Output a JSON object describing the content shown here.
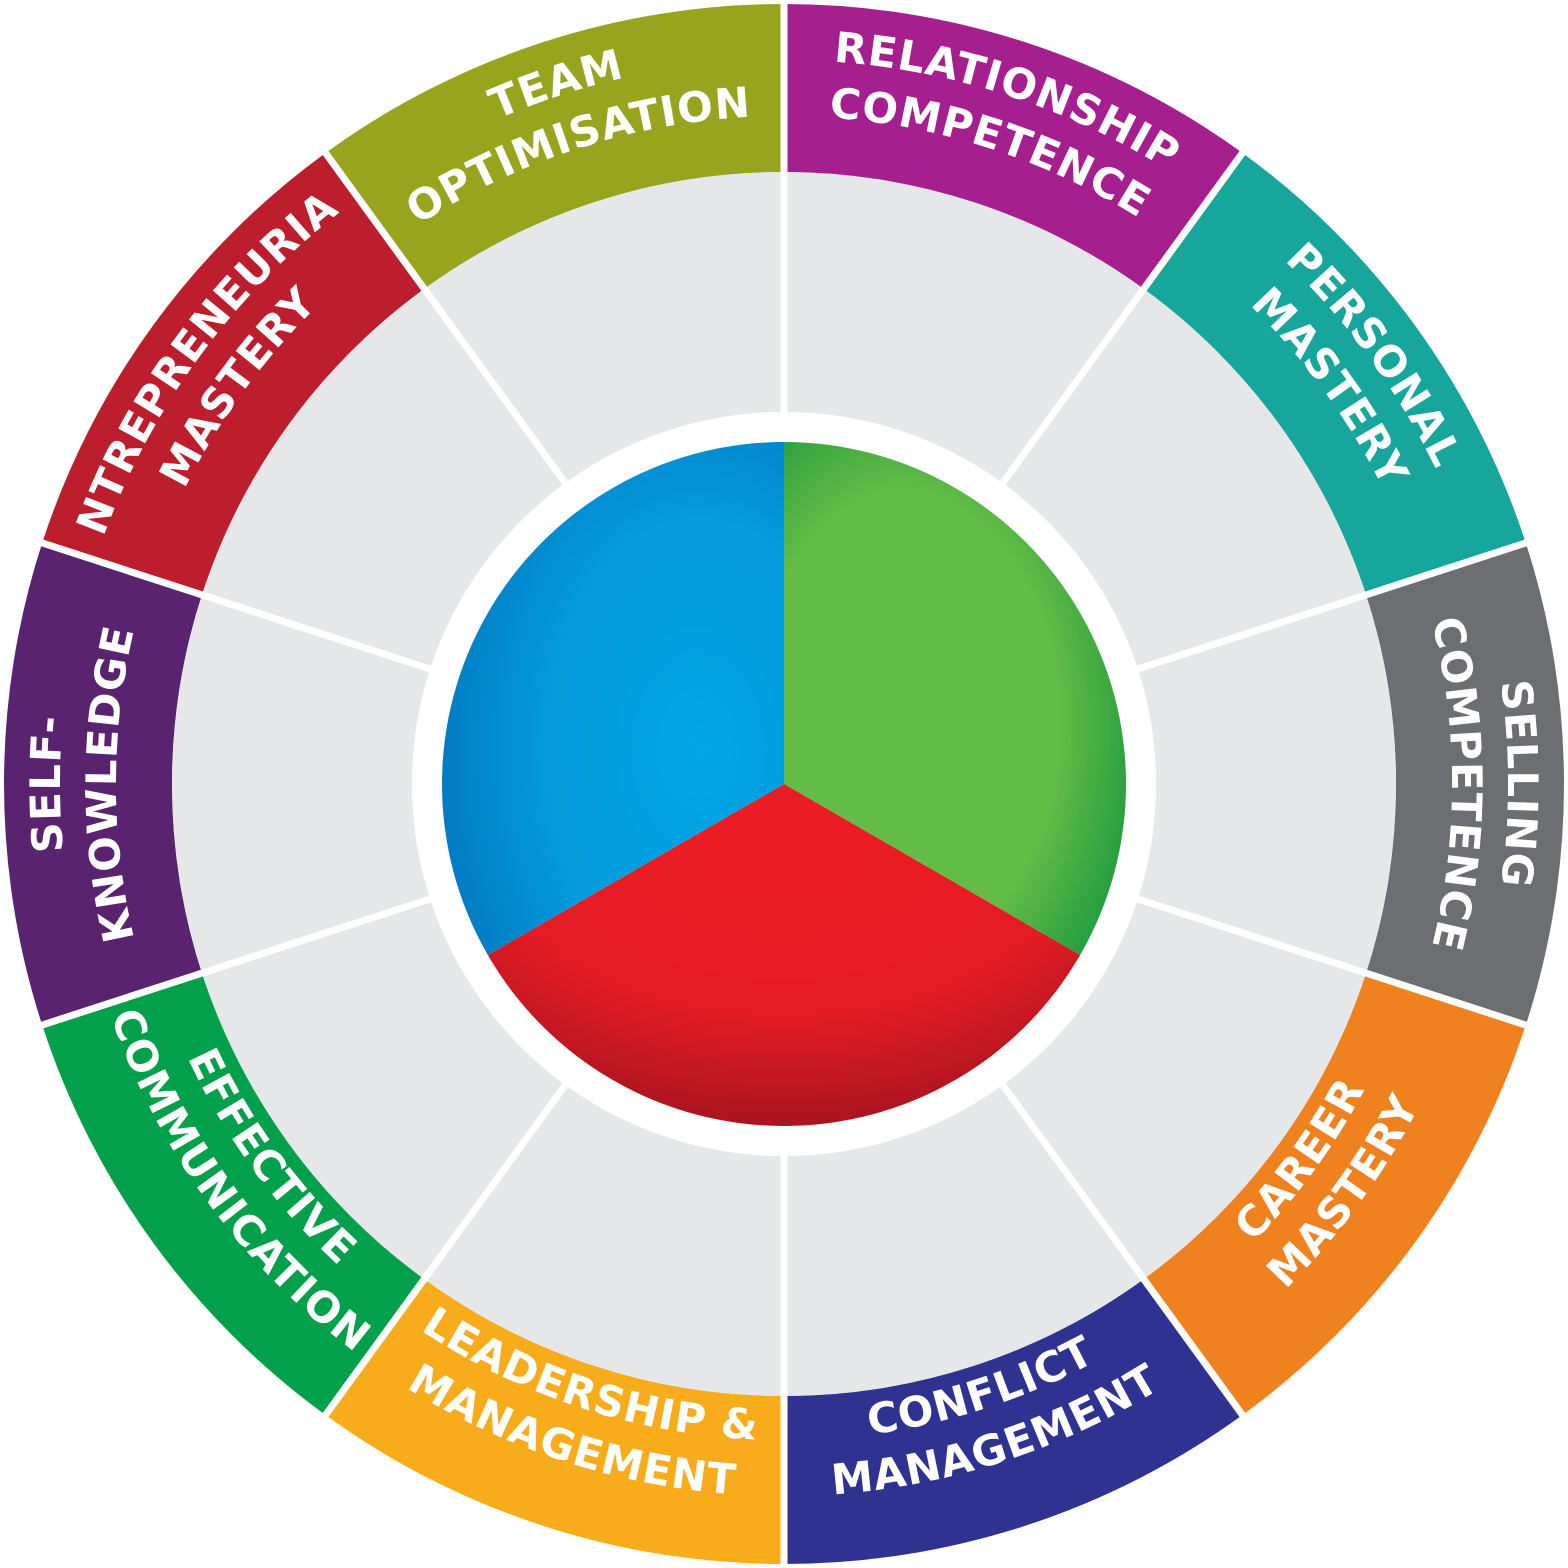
{
  "segments": [
    {
      "id": "relationship-competence",
      "lines": [
        "RELATIONSHIP",
        "COMPETENCE"
      ],
      "color": "#A61F8E"
    },
    {
      "id": "personal-mastery",
      "lines": [
        "PERSONAL",
        "MASTERY"
      ],
      "color": "#17A69C"
    },
    {
      "id": "selling-competence",
      "lines": [
        "SELLING",
        "COMPETENCE"
      ],
      "color": "#6D6E71"
    },
    {
      "id": "career-mastery",
      "lines": [
        "CAREER",
        "MASTERY"
      ],
      "color": "#F0811F"
    },
    {
      "id": "conflict-management",
      "lines": [
        "CONFLICT",
        "MANAGEMENT"
      ],
      "color": "#2F3290"
    },
    {
      "id": "leadership-management",
      "lines": [
        "LEADERSHIP &",
        "MANAGEMENT"
      ],
      "color": "#F9AC1B"
    },
    {
      "id": "effective-communication",
      "lines": [
        "EFFECTIVE",
        "COMMUNICATION"
      ],
      "color": "#03A04C"
    },
    {
      "id": "self-knowledge",
      "lines": [
        "SELF-",
        "KNOWLEDGE"
      ],
      "color": "#5A2370"
    },
    {
      "id": "entrepreneurial-mastery",
      "lines": [
        "ENTREPRENEURIAL",
        "MASTERY"
      ],
      "color": "#BC1E2D"
    },
    {
      "id": "team-optimisation",
      "lines": [
        "TEAM",
        "OPTIMISATION"
      ],
      "color": "#98A41E"
    }
  ],
  "core": [
    {
      "id": "green",
      "color_light": "#63BC46",
      "color_dark": "#16963E"
    },
    {
      "id": "red",
      "color_light": "#ED1C24",
      "color_dark": "#A0131F"
    },
    {
      "id": "blue",
      "color_light": "#00A6E6",
      "color_dark": "#0072BC"
    }
  ],
  "colors": {
    "inner_ring": "#E6E7E8",
    "divider": "#FFFFFF"
  }
}
